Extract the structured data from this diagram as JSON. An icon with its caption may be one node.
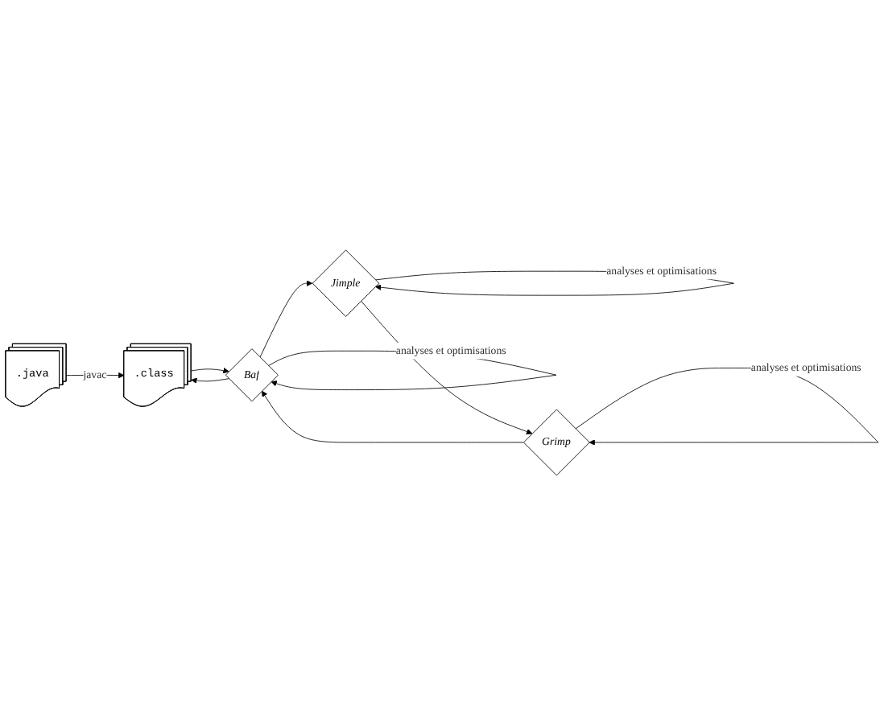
{
  "diagram": {
    "nodes": [
      {
        "text": [
          ".java"
        ]
      },
      {
        "text": [
          ".class"
        ]
      },
      {
        "text": [
          "Jimple"
        ]
      },
      {
        "text": [
          "Baf"
        ]
      },
      {
        "text": [
          "Grimp"
        ]
      }
    ],
    "edges": [
      {
        "from": 0,
        "to": 1,
        "arrow": "to",
        "label": "javac"
      },
      {
        "from": 1,
        "to": 3,
        "arrow": "to"
      },
      {
        "from": 3,
        "to": 1,
        "arrow": "to"
      },
      {
        "from": 3,
        "to": 2,
        "arrow": "to"
      },
      {
        "from": 2,
        "to": 4,
        "arrow": "to"
      },
      {
        "from": 4,
        "to": 3,
        "arrow": "to"
      },
      {
        "from": 2,
        "to": 2,
        "arrow": "to",
        "label": "analyses et optimisations"
      },
      {
        "from": 3,
        "to": 3,
        "arrow": "to",
        "label": "analyses et optimisations"
      },
      {
        "from": 4,
        "to": 4,
        "arrow": "to",
        "label": "analyses et optimisations"
      }
    ]
  }
}
